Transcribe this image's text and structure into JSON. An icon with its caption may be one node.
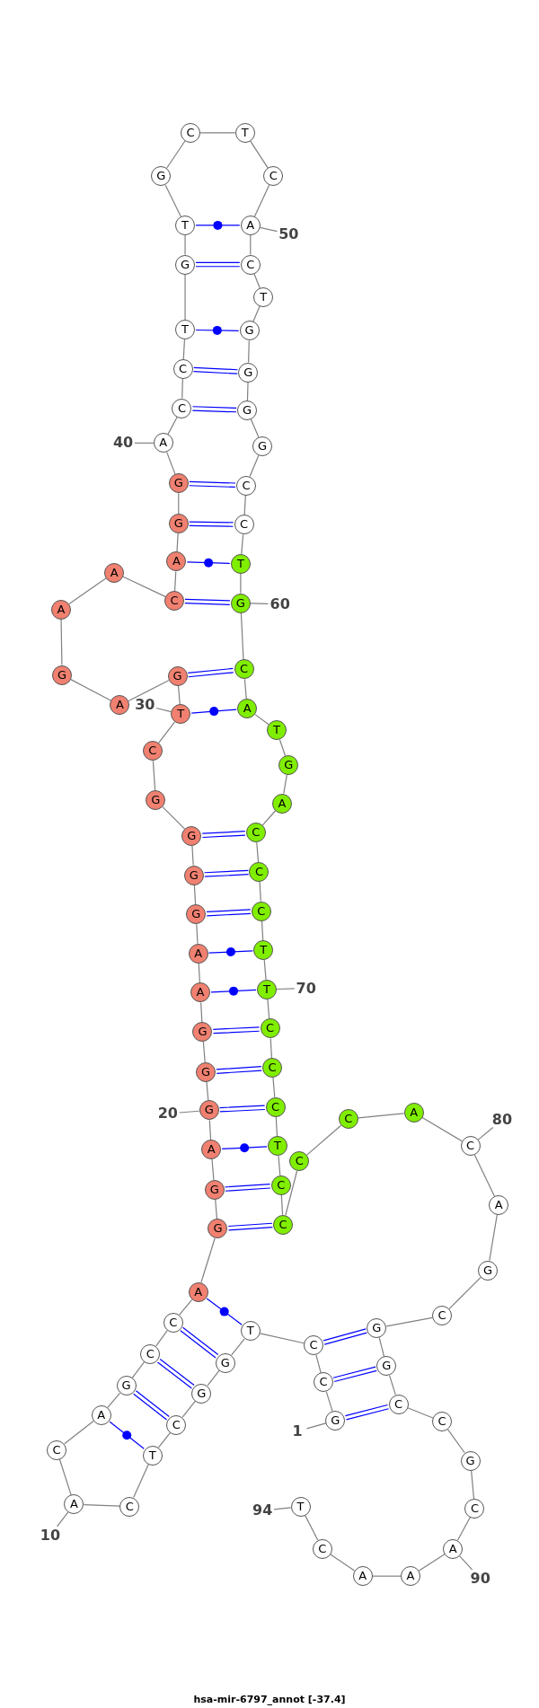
{
  "diagram": {
    "caption": "hsa-mir-6797_annot [-37.4]",
    "nodes": [
      {
        "text": [
          "G"
        ]
      },
      {
        "text": [
          "C"
        ]
      },
      {
        "text": [
          "C"
        ]
      },
      {
        "text": [
          "T"
        ]
      },
      {
        "text": [
          "G"
        ]
      },
      {
        "text": [
          "G"
        ]
      },
      {
        "text": [
          "C"
        ]
      },
      {
        "text": [
          "T"
        ]
      },
      {
        "text": [
          "C"
        ]
      },
      {
        "text": [
          "A"
        ]
      },
      {
        "text": [
          "C"
        ]
      },
      {
        "text": [
          "A"
        ]
      },
      {
        "text": [
          "G"
        ]
      },
      {
        "text": [
          "C"
        ]
      },
      {
        "text": [
          "C"
        ]
      },
      {
        "text": [
          "A"
        ]
      },
      {
        "text": [
          "G"
        ]
      },
      {
        "text": [
          "G"
        ]
      },
      {
        "text": [
          "A"
        ]
      },
      {
        "text": [
          "G"
        ]
      },
      {
        "text": [
          "G"
        ]
      },
      {
        "text": [
          "G"
        ]
      },
      {
        "text": [
          "A"
        ]
      },
      {
        "text": [
          "A"
        ]
      },
      {
        "text": [
          "G"
        ]
      },
      {
        "text": [
          "G"
        ]
      },
      {
        "text": [
          "G"
        ]
      },
      {
        "text": [
          "G"
        ]
      },
      {
        "text": [
          "C"
        ]
      },
      {
        "text": [
          "T"
        ]
      },
      {
        "text": [
          "G"
        ]
      },
      {
        "text": [
          "A"
        ]
      },
      {
        "text": [
          "G"
        ]
      },
      {
        "text": [
          "A"
        ]
      },
      {
        "text": [
          "A"
        ]
      },
      {
        "text": [
          "C"
        ]
      },
      {
        "text": [
          "A"
        ]
      },
      {
        "text": [
          "G"
        ]
      },
      {
        "text": [
          "G"
        ]
      },
      {
        "text": [
          "A"
        ]
      },
      {
        "text": [
          "C"
        ]
      },
      {
        "text": [
          "C"
        ]
      },
      {
        "text": [
          "T"
        ]
      },
      {
        "text": [
          "G"
        ]
      },
      {
        "text": [
          "T"
        ]
      },
      {
        "text": [
          "G"
        ]
      },
      {
        "text": [
          "C"
        ]
      },
      {
        "text": [
          "T"
        ]
      },
      {
        "text": [
          "C"
        ]
      },
      {
        "text": [
          "A"
        ]
      },
      {
        "text": [
          "C"
        ]
      },
      {
        "text": [
          "T"
        ]
      },
      {
        "text": [
          "G"
        ]
      },
      {
        "text": [
          "G"
        ]
      },
      {
        "text": [
          "G"
        ]
      },
      {
        "text": [
          "G"
        ]
      },
      {
        "text": [
          "C"
        ]
      },
      {
        "text": [
          "C"
        ]
      },
      {
        "text": [
          "T"
        ]
      },
      {
        "text": [
          "G"
        ]
      },
      {
        "text": [
          "C"
        ]
      },
      {
        "text": [
          "A"
        ]
      },
      {
        "text": [
          "T"
        ]
      },
      {
        "text": [
          "G"
        ]
      },
      {
        "text": [
          "A"
        ]
      },
      {
        "text": [
          "C"
        ]
      },
      {
        "text": [
          "C"
        ]
      },
      {
        "text": [
          "C"
        ]
      },
      {
        "text": [
          "T"
        ]
      },
      {
        "text": [
          "T"
        ]
      },
      {
        "text": [
          "C"
        ]
      },
      {
        "text": [
          "C"
        ]
      },
      {
        "text": [
          "C"
        ]
      },
      {
        "text": [
          "T"
        ]
      },
      {
        "text": [
          "C"
        ]
      },
      {
        "text": [
          "C"
        ]
      },
      {
        "text": [
          "C"
        ]
      },
      {
        "text": [
          "C"
        ]
      },
      {
        "text": [
          "A"
        ]
      },
      {
        "text": [
          "C"
        ]
      },
      {
        "text": [
          "A"
        ]
      },
      {
        "text": [
          "G"
        ]
      },
      {
        "text": [
          "C"
        ]
      },
      {
        "text": [
          "G"
        ]
      },
      {
        "text": [
          "G"
        ]
      },
      {
        "text": [
          "C"
        ]
      },
      {
        "text": [
          "C"
        ]
      },
      {
        "text": [
          "G"
        ]
      },
      {
        "text": [
          "C"
        ]
      },
      {
        "text": [
          "A"
        ]
      },
      {
        "text": [
          "A"
        ]
      },
      {
        "text": [
          "A"
        ]
      },
      {
        "text": [
          "C"
        ]
      },
      {
        "text": [
          "T"
        ]
      },
      {
        "text": [
          "50"
        ]
      },
      {
        "text": [
          "40"
        ]
      },
      {
        "text": [
          "60"
        ]
      },
      {
        "text": [
          "30"
        ]
      },
      {
        "text": [
          "70"
        ]
      },
      {
        "text": [
          "20"
        ]
      },
      {
        "text": [
          "80"
        ]
      },
      {
        "text": [
          "1"
        ]
      },
      {
        "text": [
          "94"
        ]
      },
      {
        "text": [
          "10"
        ]
      },
      {
        "text": [
          "90"
        ]
      }
    ],
    "edges": [
      {
        "from": 0,
        "to": 1,
        "arrow": "none"
      },
      {
        "from": 1,
        "to": 2,
        "arrow": "none"
      },
      {
        "from": 2,
        "to": 3,
        "arrow": "none"
      },
      {
        "from": 3,
        "to": 4,
        "arrow": "none"
      },
      {
        "from": 4,
        "to": 5,
        "arrow": "none"
      },
      {
        "from": 5,
        "to": 6,
        "arrow": "none"
      },
      {
        "from": 6,
        "to": 7,
        "arrow": "none"
      },
      {
        "from": 7,
        "to": 8,
        "arrow": "none"
      },
      {
        "from": 8,
        "to": 9,
        "arrow": "none"
      },
      {
        "from": 9,
        "to": 10,
        "arrow": "none"
      },
      {
        "from": 10,
        "to": 11,
        "arrow": "none"
      },
      {
        "from": 11,
        "to": 12,
        "arrow": "none"
      },
      {
        "from": 12,
        "to": 13,
        "arrow": "none"
      },
      {
        "from": 13,
        "to": 14,
        "arrow": "none"
      },
      {
        "from": 14,
        "to": 15,
        "arrow": "none"
      },
      {
        "from": 15,
        "to": 16,
        "arrow": "none"
      },
      {
        "from": 16,
        "to": 17,
        "arrow": "none"
      },
      {
        "from": 17,
        "to": 18,
        "arrow": "none"
      },
      {
        "from": 18,
        "to": 19,
        "arrow": "none"
      },
      {
        "from": 19,
        "to": 20,
        "arrow": "none"
      },
      {
        "from": 20,
        "to": 21,
        "arrow": "none"
      },
      {
        "from": 21,
        "to": 22,
        "arrow": "none"
      },
      {
        "from": 22,
        "to": 23,
        "arrow": "none"
      },
      {
        "from": 23,
        "to": 24,
        "arrow": "none"
      },
      {
        "from": 24,
        "to": 25,
        "arrow": "none"
      },
      {
        "from": 25,
        "to": 26,
        "arrow": "none"
      },
      {
        "from": 26,
        "to": 27,
        "arrow": "none"
      },
      {
        "from": 27,
        "to": 28,
        "arrow": "none"
      },
      {
        "from": 28,
        "to": 29,
        "arrow": "none"
      },
      {
        "from": 29,
        "to": 30,
        "arrow": "none"
      },
      {
        "from": 30,
        "to": 31,
        "arrow": "none"
      },
      {
        "from": 31,
        "to": 32,
        "arrow": "none"
      },
      {
        "from": 32,
        "to": 33,
        "arrow": "none"
      },
      {
        "from": 33,
        "to": 34,
        "arrow": "none"
      },
      {
        "from": 34,
        "to": 35,
        "arrow": "none"
      },
      {
        "from": 35,
        "to": 36,
        "arrow": "none"
      },
      {
        "from": 36,
        "to": 37,
        "arrow": "none"
      },
      {
        "from": 37,
        "to": 38,
        "arrow": "none"
      },
      {
        "from": 38,
        "to": 39,
        "arrow": "none"
      },
      {
        "from": 39,
        "to": 40,
        "arrow": "none"
      },
      {
        "from": 40,
        "to": 41,
        "arrow": "none"
      },
      {
        "from": 41,
        "to": 42,
        "arrow": "none"
      },
      {
        "from": 42,
        "to": 43,
        "arrow": "none"
      },
      {
        "from": 43,
        "to": 44,
        "arrow": "none"
      },
      {
        "from": 44,
        "to": 45,
        "arrow": "none"
      },
      {
        "from": 45,
        "to": 46,
        "arrow": "none"
      },
      {
        "from": 46,
        "to": 47,
        "arrow": "none"
      },
      {
        "from": 47,
        "to": 48,
        "arrow": "none"
      },
      {
        "from": 48,
        "to": 49,
        "arrow": "none"
      },
      {
        "from": 49,
        "to": 50,
        "arrow": "none"
      },
      {
        "from": 50,
        "to": 51,
        "arrow": "none"
      },
      {
        "from": 51,
        "to": 52,
        "arrow": "none"
      },
      {
        "from": 52,
        "to": 53,
        "arrow": "none"
      },
      {
        "from": 53,
        "to": 54,
        "arrow": "none"
      },
      {
        "from": 54,
        "to": 55,
        "arrow": "none"
      },
      {
        "from": 55,
        "to": 56,
        "arrow": "none"
      },
      {
        "from": 56,
        "to": 57,
        "arrow": "none"
      },
      {
        "from": 57,
        "to": 58,
        "arrow": "none"
      },
      {
        "from": 58,
        "to": 59,
        "arrow": "none"
      },
      {
        "from": 59,
        "to": 60,
        "arrow": "none"
      },
      {
        "from": 60,
        "to": 61,
        "arrow": "none"
      },
      {
        "from": 61,
        "to": 62,
        "arrow": "none"
      },
      {
        "from": 62,
        "to": 63,
        "arrow": "none"
      },
      {
        "from": 63,
        "to": 64,
        "arrow": "none"
      },
      {
        "from": 64,
        "to": 65,
        "arrow": "none"
      },
      {
        "from": 65,
        "to": 66,
        "arrow": "none"
      },
      {
        "from": 66,
        "to": 67,
        "arrow": "none"
      },
      {
        "from": 67,
        "to": 68,
        "arrow": "none"
      },
      {
        "from": 68,
        "to": 69,
        "arrow": "none"
      },
      {
        "from": 69,
        "to": 70,
        "arrow": "none"
      },
      {
        "from": 70,
        "to": 71,
        "arrow": "none"
      },
      {
        "from": 71,
        "to": 72,
        "arrow": "none"
      },
      {
        "from": 72,
        "to": 73,
        "arrow": "none"
      },
      {
        "from": 73,
        "to": 74,
        "arrow": "none"
      },
      {
        "from": 74,
        "to": 75,
        "arrow": "none"
      },
      {
        "from": 75,
        "to": 76,
        "arrow": "none"
      },
      {
        "from": 76,
        "to": 77,
        "arrow": "none"
      },
      {
        "from": 77,
        "to": 78,
        "arrow": "none"
      },
      {
        "from": 78,
        "to": 79,
        "arrow": "none"
      },
      {
        "from": 79,
        "to": 80,
        "arrow": "none"
      },
      {
        "from": 80,
        "to": 81,
        "arrow": "none"
      },
      {
        "from": 81,
        "to": 82,
        "arrow": "none"
      },
      {
        "from": 82,
        "to": 83,
        "arrow": "none"
      },
      {
        "from": 83,
        "to": 84,
        "arrow": "none"
      },
      {
        "from": 84,
        "to": 85,
        "arrow": "none"
      },
      {
        "from": 85,
        "to": 86,
        "arrow": "none"
      },
      {
        "from": 86,
        "to": 87,
        "arrow": "none"
      },
      {
        "from": 87,
        "to": 88,
        "arrow": "none"
      },
      {
        "from": 88,
        "to": 89,
        "arrow": "none"
      },
      {
        "from": 89,
        "to": 90,
        "arrow": "none"
      },
      {
        "from": 90,
        "to": 91,
        "arrow": "none"
      },
      {
        "from": 91,
        "to": 92,
        "arrow": "none"
      },
      {
        "from": 92,
        "to": 93,
        "arrow": "none"
      },
      {
        "from": 0,
        "to": 85,
        "arrow": "none",
        "color": "#0000ff"
      },
      {
        "from": 1,
        "to": 84,
        "arrow": "none",
        "color": "#0000ff"
      },
      {
        "from": 2,
        "to": 83,
        "arrow": "none",
        "color": "#0000ff"
      },
      {
        "from": 3,
        "to": 15,
        "arrow": "none",
        "color": "#0000ff"
      },
      {
        "from": 4,
        "to": 14,
        "arrow": "none",
        "color": "#0000ff"
      },
      {
        "from": 5,
        "to": 13,
        "arrow": "none",
        "color": "#0000ff"
      },
      {
        "from": 6,
        "to": 12,
        "arrow": "none",
        "color": "#0000ff"
      },
      {
        "from": 7,
        "to": 11,
        "arrow": "none",
        "color": "#0000ff"
      },
      {
        "from": 16,
        "to": 75,
        "arrow": "none",
        "color": "#0000ff"
      },
      {
        "from": 17,
        "to": 74,
        "arrow": "none",
        "color": "#0000ff"
      },
      {
        "from": 18,
        "to": 73,
        "arrow": "none",
        "color": "#0000ff"
      },
      {
        "from": 19,
        "to": 72,
        "arrow": "none",
        "color": "#0000ff"
      },
      {
        "from": 20,
        "to": 71,
        "arrow": "none",
        "color": "#0000ff"
      },
      {
        "from": 21,
        "to": 70,
        "arrow": "none",
        "color": "#0000ff"
      },
      {
        "from": 22,
        "to": 69,
        "arrow": "none",
        "color": "#0000ff"
      },
      {
        "from": 23,
        "to": 68,
        "arrow": "none",
        "color": "#0000ff"
      },
      {
        "from": 24,
        "to": 67,
        "arrow": "none",
        "color": "#0000ff"
      },
      {
        "from": 25,
        "to": 66,
        "arrow": "none",
        "color": "#0000ff"
      },
      {
        "from": 26,
        "to": 65,
        "arrow": "none",
        "color": "#0000ff"
      },
      {
        "from": 29,
        "to": 61,
        "arrow": "none",
        "color": "#0000ff"
      },
      {
        "from": 30,
        "to": 60,
        "arrow": "none",
        "color": "#0000ff"
      },
      {
        "from": 35,
        "to": 59,
        "arrow": "none",
        "color": "#0000ff"
      },
      {
        "from": 36,
        "to": 58,
        "arrow": "none",
        "color": "#0000ff"
      },
      {
        "from": 37,
        "to": 57,
        "arrow": "none",
        "color": "#0000ff"
      },
      {
        "from": 38,
        "to": 56,
        "arrow": "none",
        "color": "#0000ff"
      },
      {
        "from": 40,
        "to": 54,
        "arrow": "none",
        "color": "#0000ff"
      },
      {
        "from": 41,
        "to": 53,
        "arrow": "none",
        "color": "#0000ff"
      },
      {
        "from": 42,
        "to": 52,
        "arrow": "none",
        "color": "#0000ff"
      },
      {
        "from": 43,
        "to": 50,
        "arrow": "none",
        "color": "#0000ff"
      },
      {
        "from": 44,
        "to": 49,
        "arrow": "none",
        "color": "#0000ff"
      },
      {
        "from": 94,
        "to": 49,
        "arrow": "none"
      },
      {
        "from": 95,
        "to": 39,
        "arrow": "none"
      },
      {
        "from": 96,
        "to": 59,
        "arrow": "none"
      },
      {
        "from": 97,
        "to": 29,
        "arrow": "none"
      },
      {
        "from": 98,
        "to": 69,
        "arrow": "none"
      },
      {
        "from": 99,
        "to": 19,
        "arrow": "none"
      },
      {
        "from": 100,
        "to": 79,
        "arrow": "none"
      },
      {
        "from": 101,
        "to": 0,
        "arrow": "none"
      },
      {
        "from": 102,
        "to": 93,
        "arrow": "none"
      },
      {
        "from": 103,
        "to": 9,
        "arrow": "none"
      },
      {
        "from": 104,
        "to": 89,
        "arrow": "none"
      }
    ]
  }
}
